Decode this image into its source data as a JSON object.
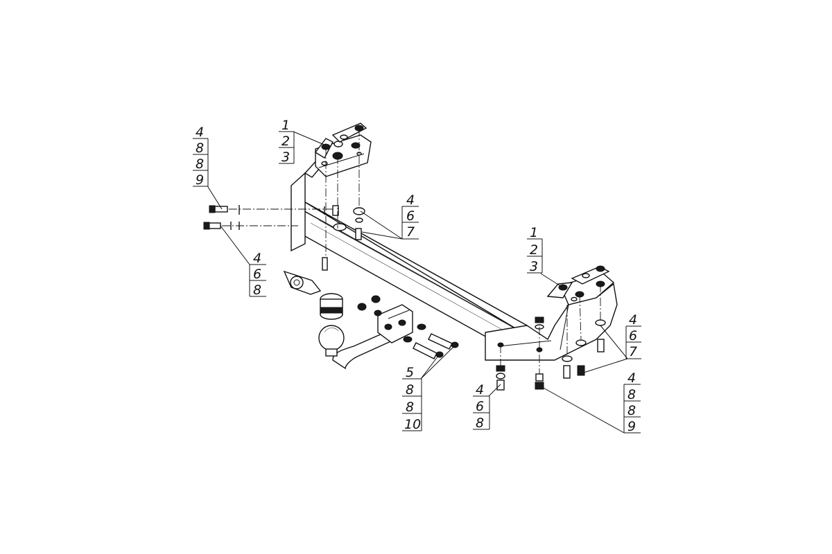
{
  "callouts": [
    {
      "id": "c1",
      "numbers": [
        "4",
        "8",
        "8",
        "9"
      ]
    },
    {
      "id": "c2",
      "numbers": [
        "1",
        "2",
        "3"
      ]
    },
    {
      "id": "c3",
      "numbers": [
        "4",
        "6",
        "7"
      ]
    },
    {
      "id": "c4",
      "numbers": [
        "4",
        "6",
        "8"
      ]
    },
    {
      "id": "c5",
      "numbers": [
        "1",
        "2",
        "3"
      ]
    },
    {
      "id": "c6",
      "numbers": [
        "4",
        "6",
        "7"
      ]
    },
    {
      "id": "c7",
      "numbers": [
        "5",
        "8",
        "8",
        "10"
      ]
    },
    {
      "id": "c8",
      "numbers": [
        "4",
        "6",
        "8"
      ]
    },
    {
      "id": "c9",
      "numbers": [
        "4",
        "8",
        "8",
        "9"
      ]
    }
  ]
}
